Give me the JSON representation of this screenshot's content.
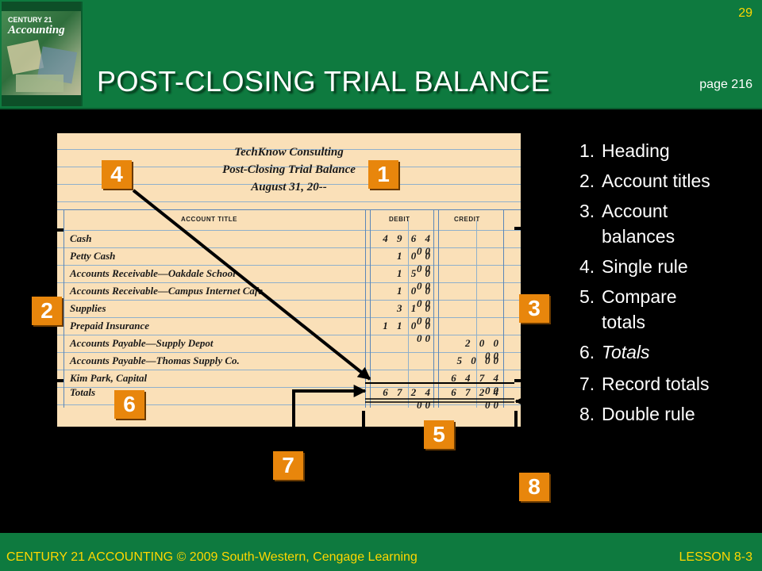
{
  "header": {
    "page_number": "29",
    "title": "POST-CLOSING TRIAL BALANCE",
    "page_ref": "page 216",
    "book_title_small": "CENTURY 21",
    "book_title": "Accounting"
  },
  "form": {
    "company": "TechKnow Consulting",
    "report_title": "Post-Closing Trial Balance",
    "date": "August 31, 20--",
    "col_account": "ACCOUNT TITLE",
    "col_debit": "DEBIT",
    "col_credit": "CREDIT",
    "rows": [
      {
        "title": "Cash",
        "debit": "4 9 6 4 00",
        "credit": ""
      },
      {
        "title": "Petty Cash",
        "debit": "1 0 0 00",
        "credit": ""
      },
      {
        "title": "Accounts Receivable—Oakdale School",
        "debit": "1 5 0 00",
        "credit": ""
      },
      {
        "title": "Accounts Receivable—Campus Internet Cafe",
        "debit": "1 0 0 00",
        "credit": ""
      },
      {
        "title": "Supplies",
        "debit": "3 1 0 00",
        "credit": ""
      },
      {
        "title": "Prepaid Insurance",
        "debit": "1 1 0 0 00",
        "credit": ""
      },
      {
        "title": "Accounts Payable—Supply Depot",
        "debit": "",
        "credit": "2 0 0 00"
      },
      {
        "title": "Accounts Payable—Thomas Supply Co.",
        "debit": "",
        "credit": "5 0 00"
      },
      {
        "title": "Kim Park, Capital",
        "debit": "",
        "credit": "6 4 7 4 00"
      },
      {
        "title": "Totals",
        "debit": "6 7 2 4 00",
        "credit": "6 7 2 4 00"
      }
    ]
  },
  "badges": [
    "1",
    "2",
    "3",
    "4",
    "5",
    "6",
    "7",
    "8"
  ],
  "legend": [
    {
      "num": "1.",
      "text": "Heading"
    },
    {
      "num": "2.",
      "text": "Account titles"
    },
    {
      "num": "3.",
      "text": "Account",
      "text2": "balances"
    },
    {
      "num": "4.",
      "text": "Single rule"
    },
    {
      "num": "5.",
      "text": "Compare",
      "text2": "totals"
    },
    {
      "num": "6.",
      "text": "Totals"
    },
    {
      "num": "7.",
      "text": "Record totals"
    },
    {
      "num": "8.",
      "text": "Double rule"
    }
  ],
  "footer": {
    "left": "CENTURY 21 ACCOUNTING © 2009 South-Western, Cengage Learning",
    "right": "LESSON  8-3"
  },
  "colors": {
    "header_green": "#0e7a3f",
    "badge_orange": "#e8860c",
    "yellow_text": "#ffd700"
  }
}
